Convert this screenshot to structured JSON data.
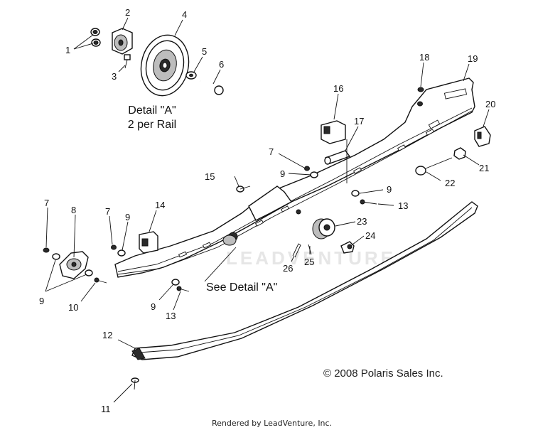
{
  "detail": {
    "title": "Detail \"A\"",
    "subtitle": "2 per Rail"
  },
  "see_detail": "See Detail \"A\"",
  "watermark": "LEADVENTURE",
  "copyright": "© 2008 Polaris Sales Inc.",
  "rendered_by": "Rendered by LeadVenture, Inc.",
  "callouts": {
    "c1": "1",
    "c2": "2",
    "c3": "3",
    "c4": "4",
    "c5": "5",
    "c6": "6",
    "c7a": "7",
    "c7b": "7",
    "c7c": "7",
    "c8": "8",
    "c9a": "9",
    "c9b": "9",
    "c9c": "9",
    "c9d": "9",
    "c9e": "9",
    "c10": "10",
    "c11": "11",
    "c12": "12",
    "c13a": "13",
    "c13b": "13",
    "c14": "14",
    "c15": "15",
    "c16": "16",
    "c17": "17",
    "c18": "18",
    "c19": "19",
    "c20": "20",
    "c21": "21",
    "c22": "22",
    "c23": "23",
    "c24": "24",
    "c25": "25",
    "c26": "26"
  }
}
